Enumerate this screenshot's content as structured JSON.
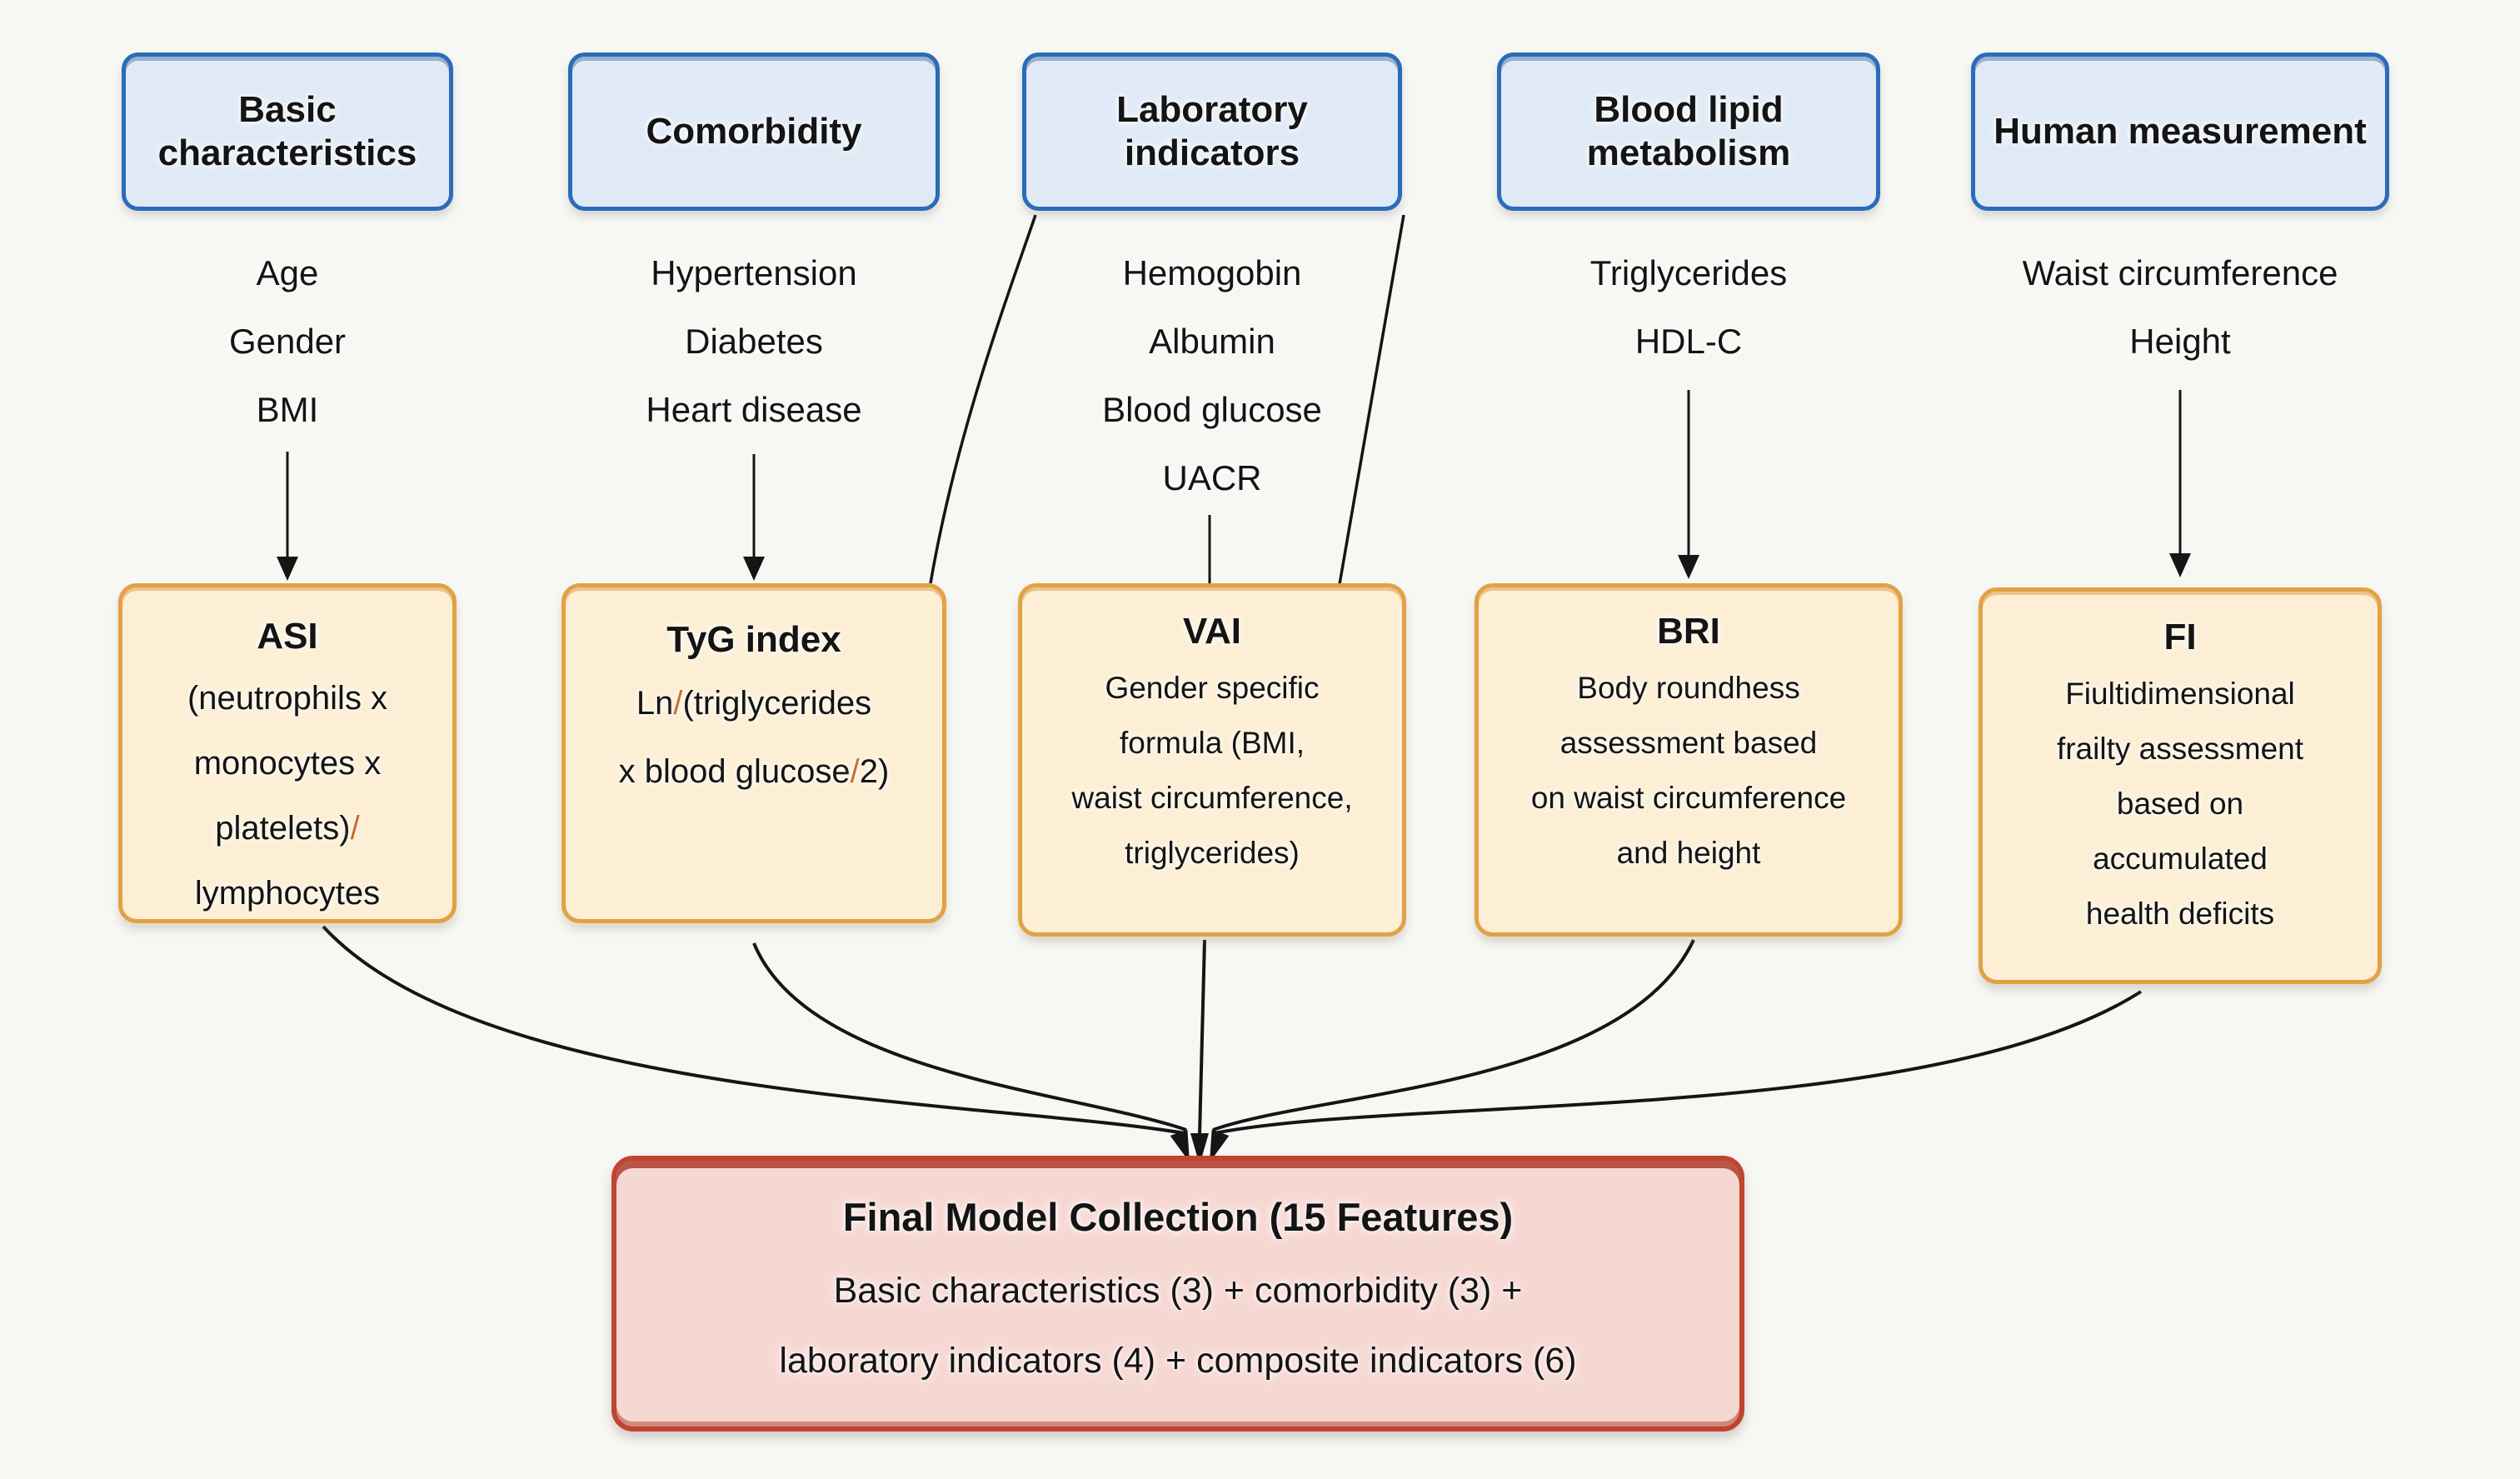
{
  "diagram": {
    "palette": {
      "background": "#f7f7f4",
      "category_fill": "#e0eaf6",
      "category_border": "#2a6cb8",
      "index_fill": "#fcefd5",
      "index_border": "#e2a144",
      "final_fill": "#f6d8d3",
      "final_border": "#bf4530",
      "accent_slash": "#c96b2d",
      "arrow": "#151515",
      "text": "#141414"
    },
    "columns": [
      {
        "header": "Basic characteristics",
        "items": [
          "Age",
          "Gender",
          "BMI"
        ],
        "index": {
          "title": "ASI",
          "line1": "(neutrophils x",
          "line2": "monocytes x",
          "line3_main": "platelets)",
          "line3_slash": "/",
          "line4": "lymphocytes"
        }
      },
      {
        "header": "Comorbidity",
        "items": [
          "Hypertension",
          "Diabetes",
          "Heart disease"
        ],
        "index": {
          "title": "TyG index",
          "line1_pre": "Ln",
          "line1_slash": "/",
          "line1_post": "(triglycerides",
          "line2_pre": "x blood glucose",
          "line2_slash": "/",
          "line2_post": "2)"
        }
      },
      {
        "header": "Laboratory indicators",
        "items": [
          "Hemogobin",
          "Albumin",
          "Blood glucose",
          "UACR"
        ],
        "index": {
          "title": "VAI",
          "lines": [
            "Gender specific",
            "formula (BMI,",
            "waist circumference,",
            "triglycerides)"
          ]
        }
      },
      {
        "header": "Blood lipid metabolism",
        "items": [
          "Triglycerides",
          "HDL-C"
        ],
        "index": {
          "title": "BRI",
          "lines": [
            "Body roundhess",
            "assessment based",
            "on waist circumference",
            "and height"
          ]
        }
      },
      {
        "header": "Human measurement",
        "items": [
          "Waist circumference",
          "Height"
        ],
        "index": {
          "title": "FI",
          "lines": [
            "Fiultidimensional",
            "frailty assessment",
            "based on",
            "accumulated",
            "health deficits"
          ]
        }
      }
    ],
    "final_box": {
      "title": "Final Model Collection (15 Features)",
      "line2": "Basic characteristics (3) + comorbidity (3) +",
      "line3": "laboratory indicators (4) + composite indicators (6)"
    }
  }
}
